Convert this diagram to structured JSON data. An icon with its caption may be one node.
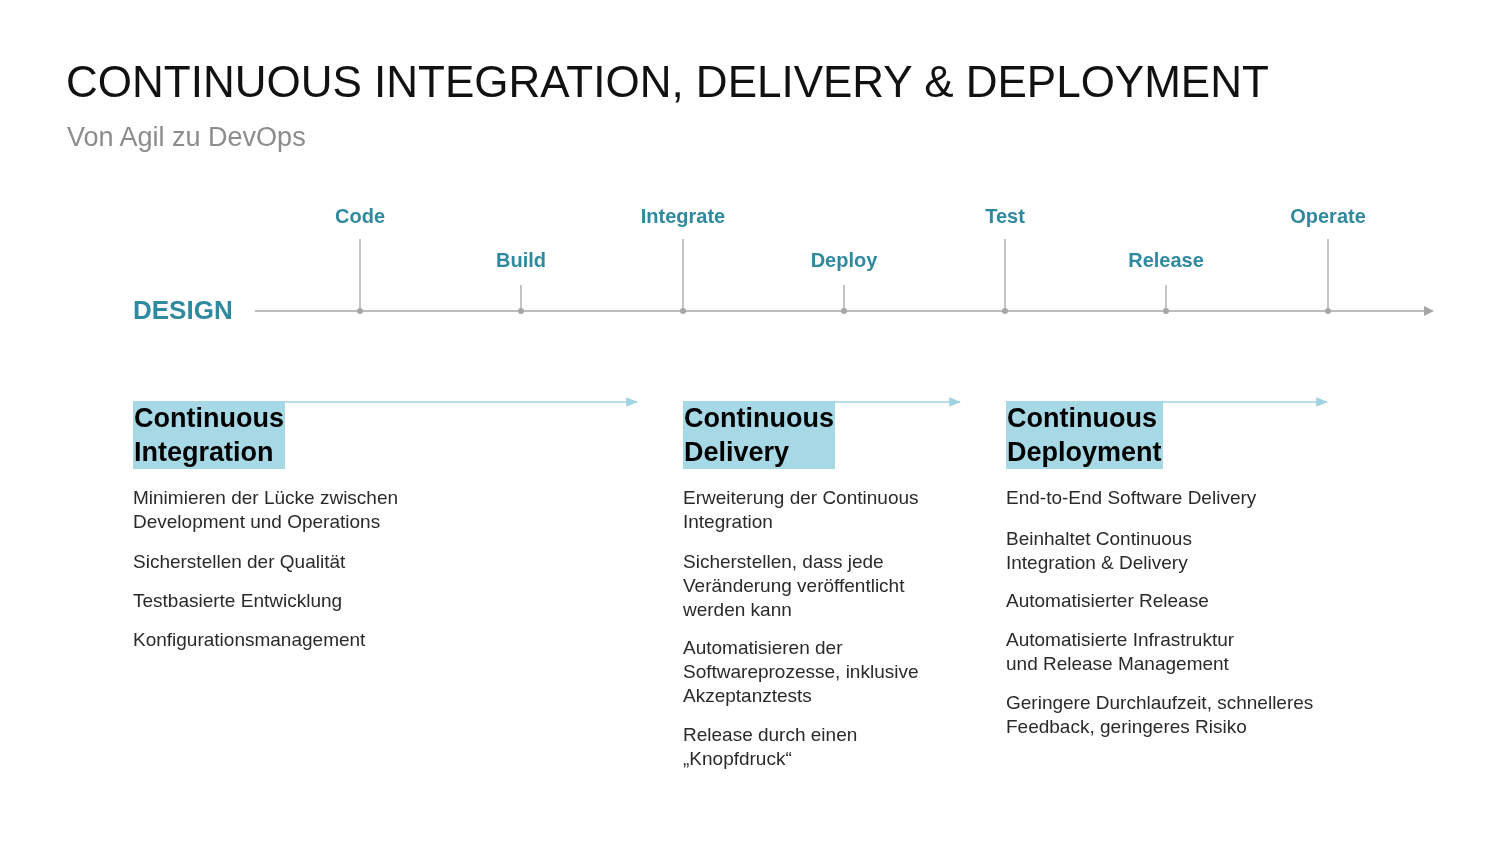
{
  "diagram": {
    "title": "CONTINUOUS INTEGRATION, DELIVERY & DEPLOYMENT",
    "nodes": [
      {
        "text": [
          "Continuous Integration"
        ]
      },
      {
        "text": [
          "Continuous Delivery"
        ]
      },
      {
        "text": [
          "Continuous Deployment"
        ]
      }
    ],
    "edges": [
      {
        "from": 0,
        "to": null,
        "arrow": "to"
      },
      {
        "from": 1,
        "to": null,
        "arrow": "to"
      },
      {
        "from": 2,
        "to": null,
        "arrow": "to"
      }
    ],
    "labels": [
      "Von Agil zu DevOps",
      "DESIGN",
      "Code",
      "Build",
      "Integrate",
      "Deploy",
      "Test",
      "Release",
      "Operate",
      "Minimieren der Lücke zwischen Development und Operations",
      "Sicherstellen der Qualität",
      "Testbasierte Entwicklung",
      "Konfigurationsmanagement",
      "Erweiterung der Continuous Integration",
      "Sicherstellen, dass jede Veränderung veröffentlicht werden kann",
      "Automatisieren der Softwareprozesse, inklusive Akzeptanztests",
      "Release durch einen „Knopfdruck“",
      "End-to-End Software Delivery",
      "Beinhaltet Continuous Integration & Delivery",
      "Automatisierter Release",
      "Automatisierte Infrastruktur und Release Management",
      "Geringere Durchlaufzeit, schnelleres Feedback, geringeres Risiko"
    ]
  }
}
